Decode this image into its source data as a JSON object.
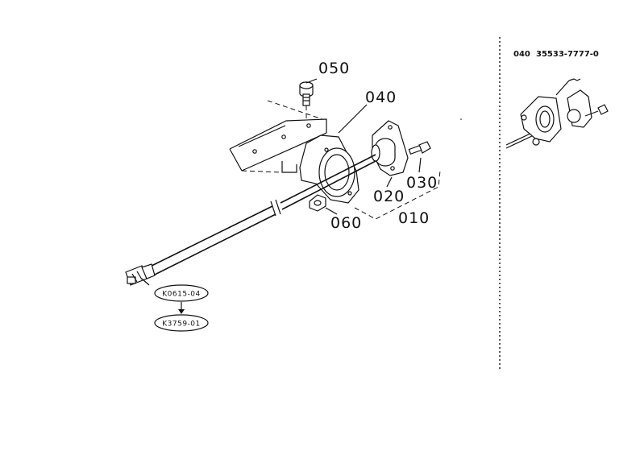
{
  "callouts": {
    "c050": "050",
    "c040": "040",
    "c020": "020",
    "c030": "030",
    "c010": "010",
    "c060": "060"
  },
  "references": {
    "ref_top": "K0615-04",
    "ref_bottom": "K3759-01"
  },
  "side_panel": {
    "part_code": "040",
    "part_number": "35533-7777-0"
  }
}
